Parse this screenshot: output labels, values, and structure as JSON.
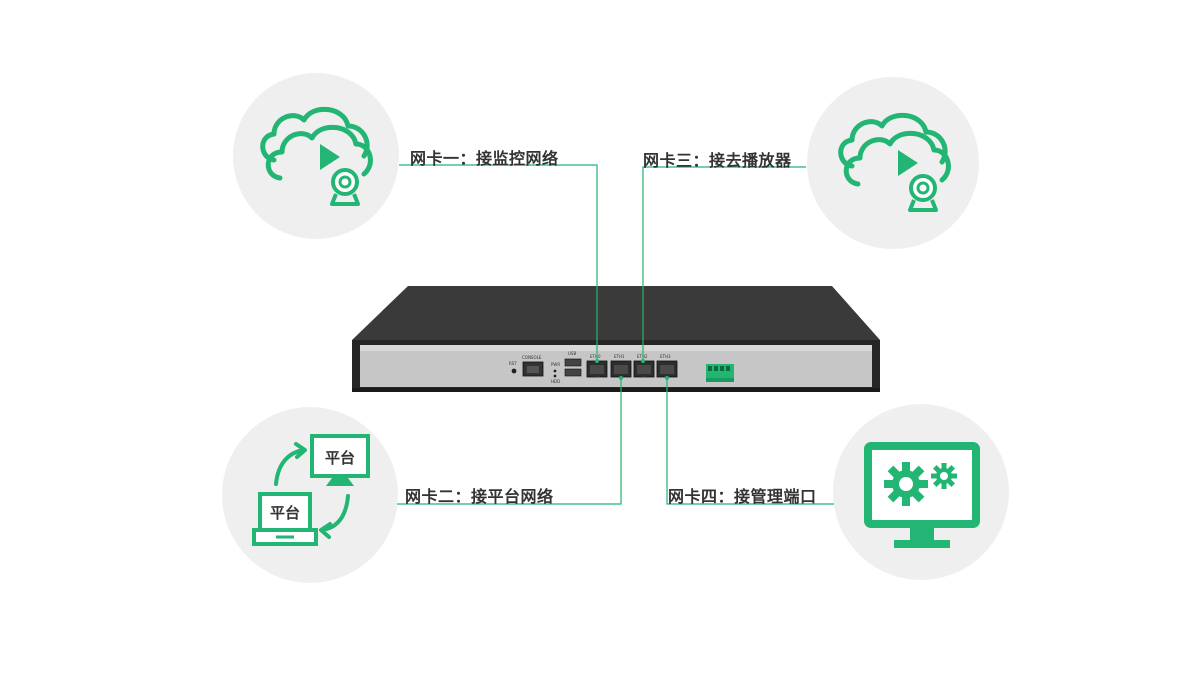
{
  "colors": {
    "accent": "#22b573",
    "label_text": "#333333",
    "circle_bg": "#efefef",
    "device_dark": "#2b2b2b",
    "device_panel": "#c9c9c9"
  },
  "labels": {
    "nic1": "网卡一：接监控网络",
    "nic2": "网卡二：接平台网络",
    "nic3": "网卡三：接去播放器",
    "nic4": "网卡四：接管理端口"
  },
  "device": {
    "rst": "RST",
    "console": "CONSOLE",
    "pwr": "PWR",
    "hdd": "HDD",
    "usb": "USB",
    "ports": [
      "ETH0",
      "ETH1",
      "ETH2",
      "ETH3"
    ]
  },
  "icons": {
    "top_left": "cloud-play-webcam-icon",
    "top_right": "cloud-play-webcam-icon",
    "bottom_left": "platform-sync-icon",
    "bottom_right": "monitor-gears-icon",
    "platform_text": "平台"
  }
}
